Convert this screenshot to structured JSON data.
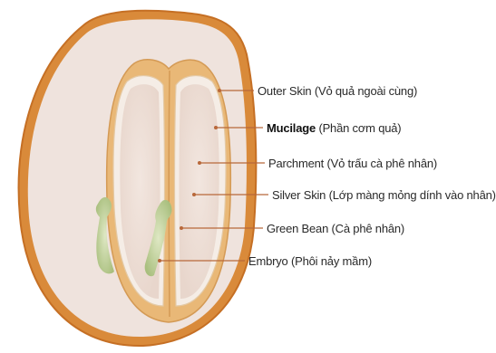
{
  "colors": {
    "outer_skin": "#d98a3a",
    "outer_skin_dark": "#c56f24",
    "mucilage": "#efe3dd",
    "parchment": "#e9b877",
    "silver_skin": "#f5ede6",
    "green_bean": "#eddcd2",
    "embryo": "#b7c98f",
    "leader_line": "#b8683a"
  },
  "labels": [
    {
      "name": "Outer Skin",
      "desc": "(Vỏ quả ngoài cùng)"
    },
    {
      "name": "Mucilage",
      "desc": "(Phần cơm quả)"
    },
    {
      "name": "Parchment",
      "desc": "(Vỏ trấu cà phê nhân)"
    },
    {
      "name": "Silver Skin",
      "desc": "(Lớp màng mỏng dính vào nhân)"
    },
    {
      "name": "Green Bean",
      "desc": "(Cà phê nhân)"
    },
    {
      "name": "Embryo",
      "desc": "(Phôi nảy mầm)"
    }
  ]
}
